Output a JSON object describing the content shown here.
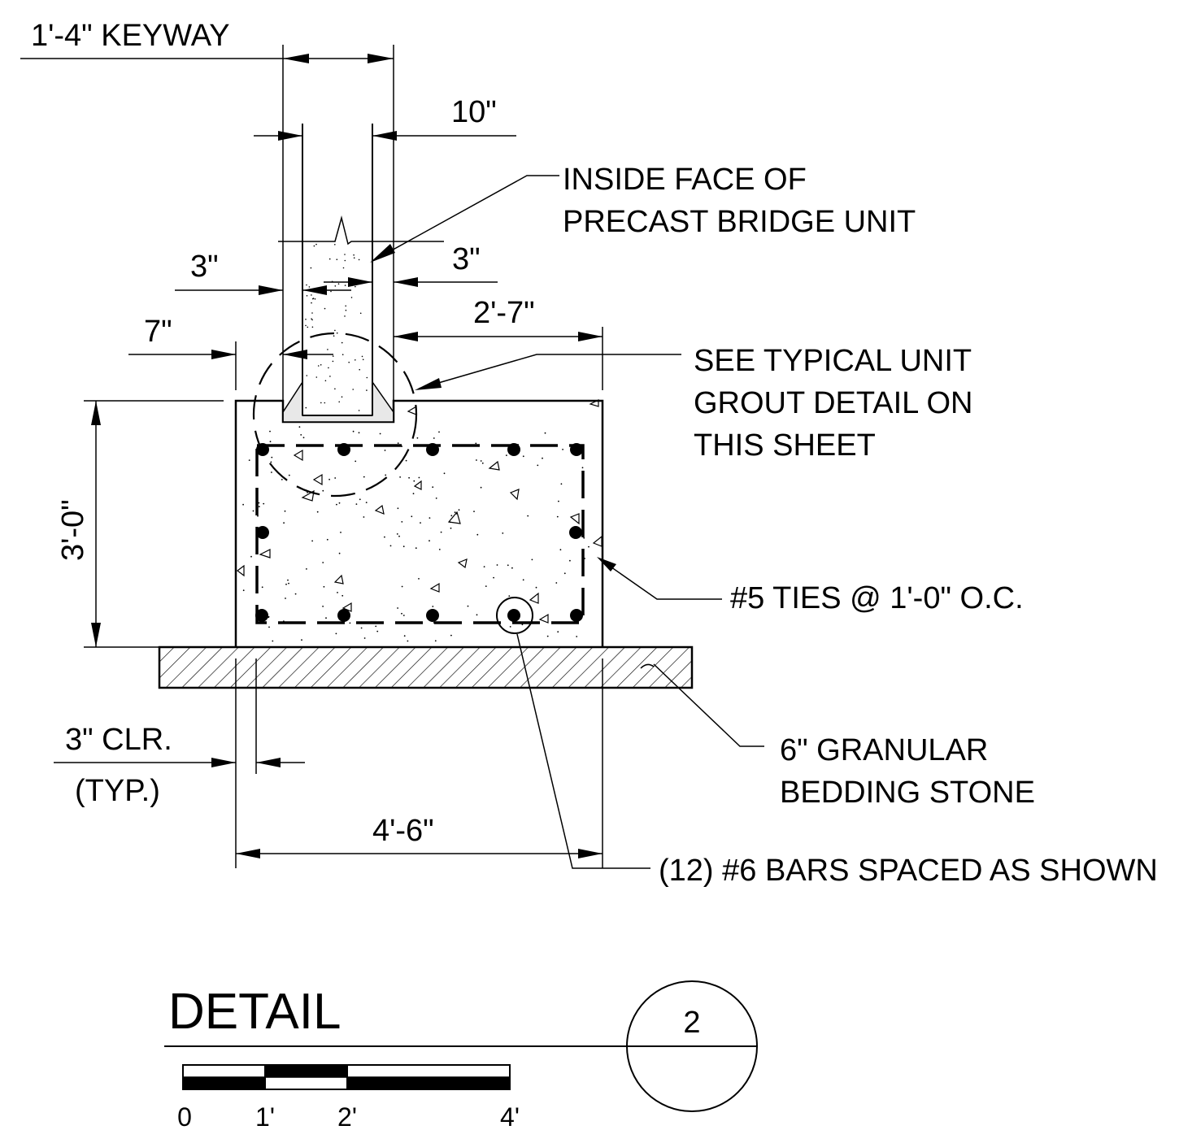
{
  "dimensions": {
    "keyway": "1'-4\" KEYWAY",
    "wall_thickness": "10\"",
    "keyway_left_gap": "3\"",
    "keyway_right_gap": "3\"",
    "toe_left": "7\"",
    "heel_right": "2'-7\"",
    "footing_height": "3'-0\"",
    "clear_cover_line1": "3\" CLR.",
    "clear_cover_line2": "(TYP.)",
    "footing_width": "4'-6\""
  },
  "callouts": {
    "inside_face": [
      "INSIDE FACE OF",
      "PRECAST BRIDGE UNIT"
    ],
    "grout_detail": [
      "SEE TYPICAL UNIT",
      "GROUT DETAIL ON",
      "THIS SHEET"
    ],
    "ties": "#5 TIES @ 1'-0\" O.C.",
    "bedding": [
      "6\" GRANULAR",
      "BEDDING STONE"
    ],
    "bars": "(12) #6 BARS SPACED AS SHOWN"
  },
  "title_block": {
    "title": "DETAIL",
    "detail_number": "2"
  },
  "scale_bar": {
    "labels": [
      "0",
      "1'",
      "2'",
      "4'"
    ]
  },
  "colors": {
    "ink": "#000000",
    "paper": "#ffffff"
  }
}
